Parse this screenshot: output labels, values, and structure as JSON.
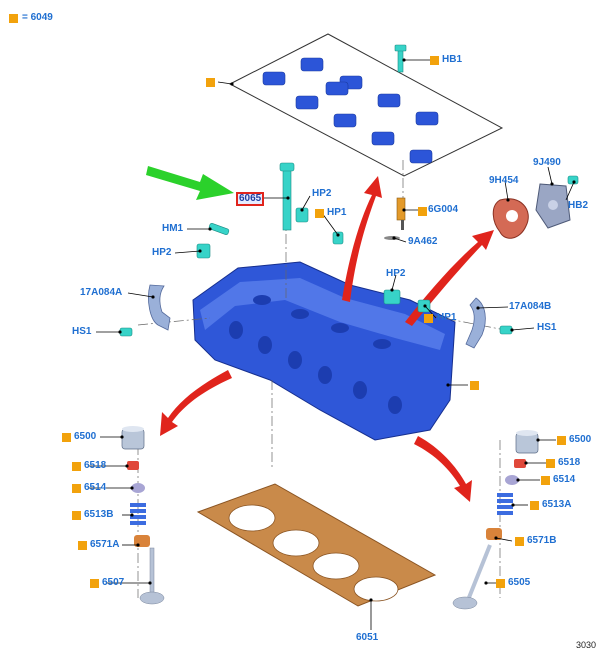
{
  "legend": {
    "equals_text": "= 6049"
  },
  "callouts": {
    "hb1": "HB1",
    "highlighted": "6065",
    "hp2_top": "HP2",
    "hp1_top": "HP1",
    "g6004": "6G004",
    "a9462": "9A462",
    "h9454": "9H454",
    "j9490": "9J490",
    "hb2": "HB2",
    "hm1": "HM1",
    "hp2_left": "HP2",
    "a17084_left": "17A084A",
    "hs1_left": "HS1",
    "hp2_mid": "HP2",
    "hp1_mid": "HP1",
    "a17084_right": "17A084B",
    "hs1_right": "HS1",
    "l6500": "6500",
    "l6518": "6518",
    "l6514": "6514",
    "l6513b": "6513B",
    "l6571a": "6571A",
    "l6507": "6507",
    "r6500": "6500",
    "r6518": "6518",
    "r6514": "6514",
    "r6513a": "6513A",
    "r6571b": "6571B",
    "r6505": "6505",
    "gasket": "6051"
  },
  "document_number": "3030",
  "colors": {
    "label_blue": "#1f6fd1",
    "marker_orange": "#f2a20c",
    "head_blue": "#2f57d8",
    "arrow_red": "#e0241c",
    "arrow_green": "#2bd12b",
    "gasket_brown": "#c98a4a",
    "fastener_cyan": "#37d3c8"
  }
}
